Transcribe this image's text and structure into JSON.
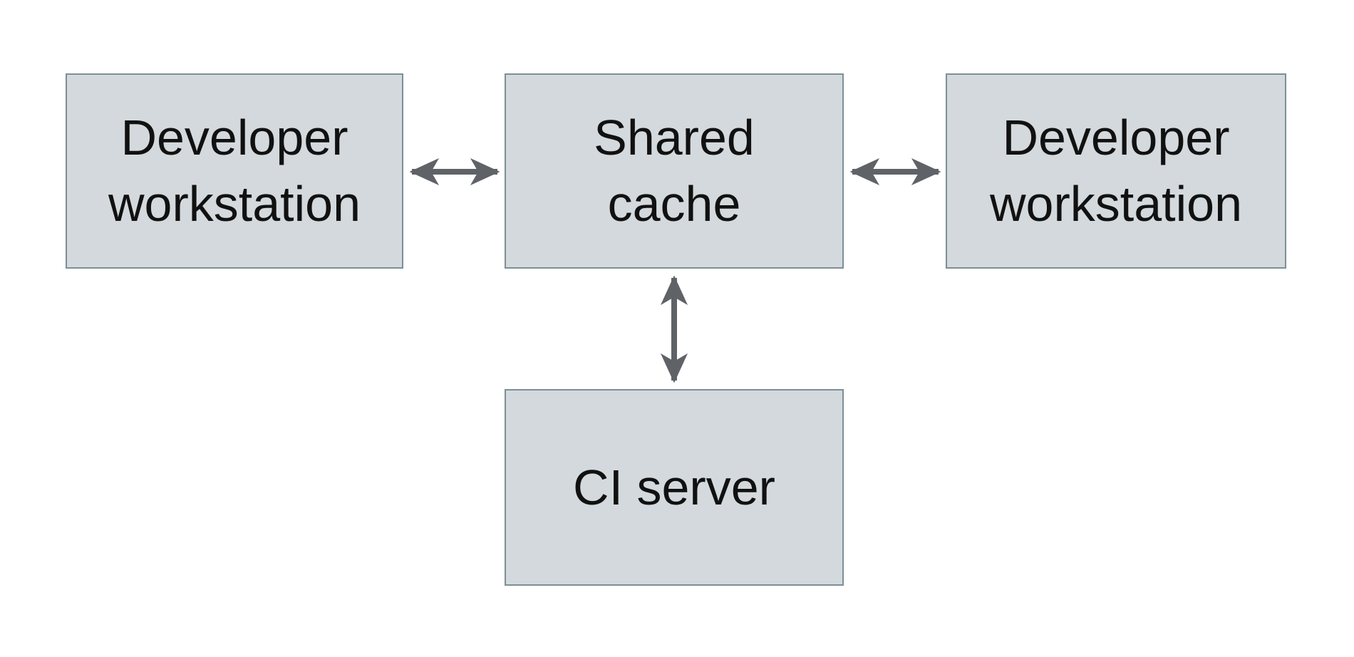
{
  "diagram": {
    "colors": {
      "background": "#ffffff",
      "node_fill": "#d3d9dc",
      "node_border": "#7d8e98",
      "arrow": "#5f6368",
      "text": "#111111"
    },
    "nodes": [
      {
        "id": "developer-workstation-left",
        "label": "Developer workstation",
        "lines": [
          "Developer",
          "workstation"
        ]
      },
      {
        "id": "shared-cache",
        "label": "Shared cache",
        "lines": [
          "Shared",
          "cache"
        ]
      },
      {
        "id": "developer-workstation-right",
        "label": "Developer workstation",
        "lines": [
          "Developer",
          "workstation"
        ]
      },
      {
        "id": "ci-server",
        "label": "CI server",
        "lines": [
          "CI server"
        ]
      }
    ],
    "edges": [
      {
        "from": "developer-workstation-left",
        "to": "shared-cache",
        "direction": "bidirectional"
      },
      {
        "from": "shared-cache",
        "to": "developer-workstation-right",
        "direction": "bidirectional"
      },
      {
        "from": "shared-cache",
        "to": "ci-server",
        "direction": "bidirectional"
      }
    ]
  }
}
